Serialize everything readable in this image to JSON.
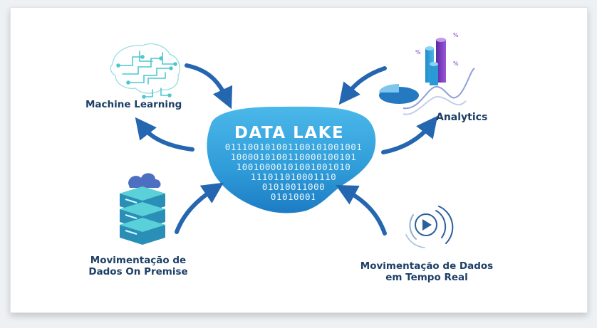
{
  "center": {
    "title": "DATA LAKE",
    "binary_lines": [
      "011100101001100101001001",
      "1000010100110000100101",
      "10010000101001001010",
      "111011010001110",
      "01010011000",
      "01010001"
    ]
  },
  "nodes": {
    "machine_learning": {
      "label": "Machine Learning",
      "icon": "circuit-brain-icon"
    },
    "analytics": {
      "label": "Analytics",
      "icon": "analytics-chart-icon"
    },
    "on_premise": {
      "label_line1": "Movimentação de",
      "label_line2": "Dados On Premise",
      "icon": "server-stack-cloud-icon"
    },
    "real_time": {
      "label_line1": "Movimentação de Dados",
      "label_line2": "em Tempo Real",
      "icon": "play-broadcast-icon"
    }
  },
  "colors": {
    "lake_light": "#3aa6dd",
    "lake_dark": "#1b6fb8",
    "arrow": "#2566b0",
    "label": "#1d3f66",
    "server": "#33c1c9",
    "analytics_purple": "#7b3fc0"
  }
}
